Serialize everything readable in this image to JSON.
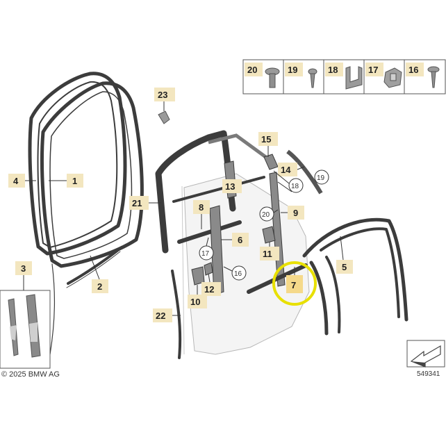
{
  "labels": {
    "p1": "1",
    "p2": "2",
    "p3": "3",
    "p4": "4",
    "p5": "5",
    "p6": "6",
    "p7": "7",
    "p8": "8",
    "p9": "9",
    "p10": "10",
    "p11": "11",
    "p12": "12",
    "p13": "13",
    "p14": "14",
    "p15": "15",
    "p16": "16",
    "p17": "17",
    "p18": "18",
    "p19": "19",
    "p20": "20",
    "p21": "21",
    "p22": "22",
    "p23": "23"
  },
  "fastener_row": [
    "20",
    "19",
    "18",
    "17",
    "16"
  ],
  "copyright": "© 2025 BMW AG",
  "diagram_number": "549341",
  "colors": {
    "label_tag": "#f3e6bf",
    "highlight_ring": "#e8e000",
    "seal_stroke": "#3c3c3c"
  }
}
